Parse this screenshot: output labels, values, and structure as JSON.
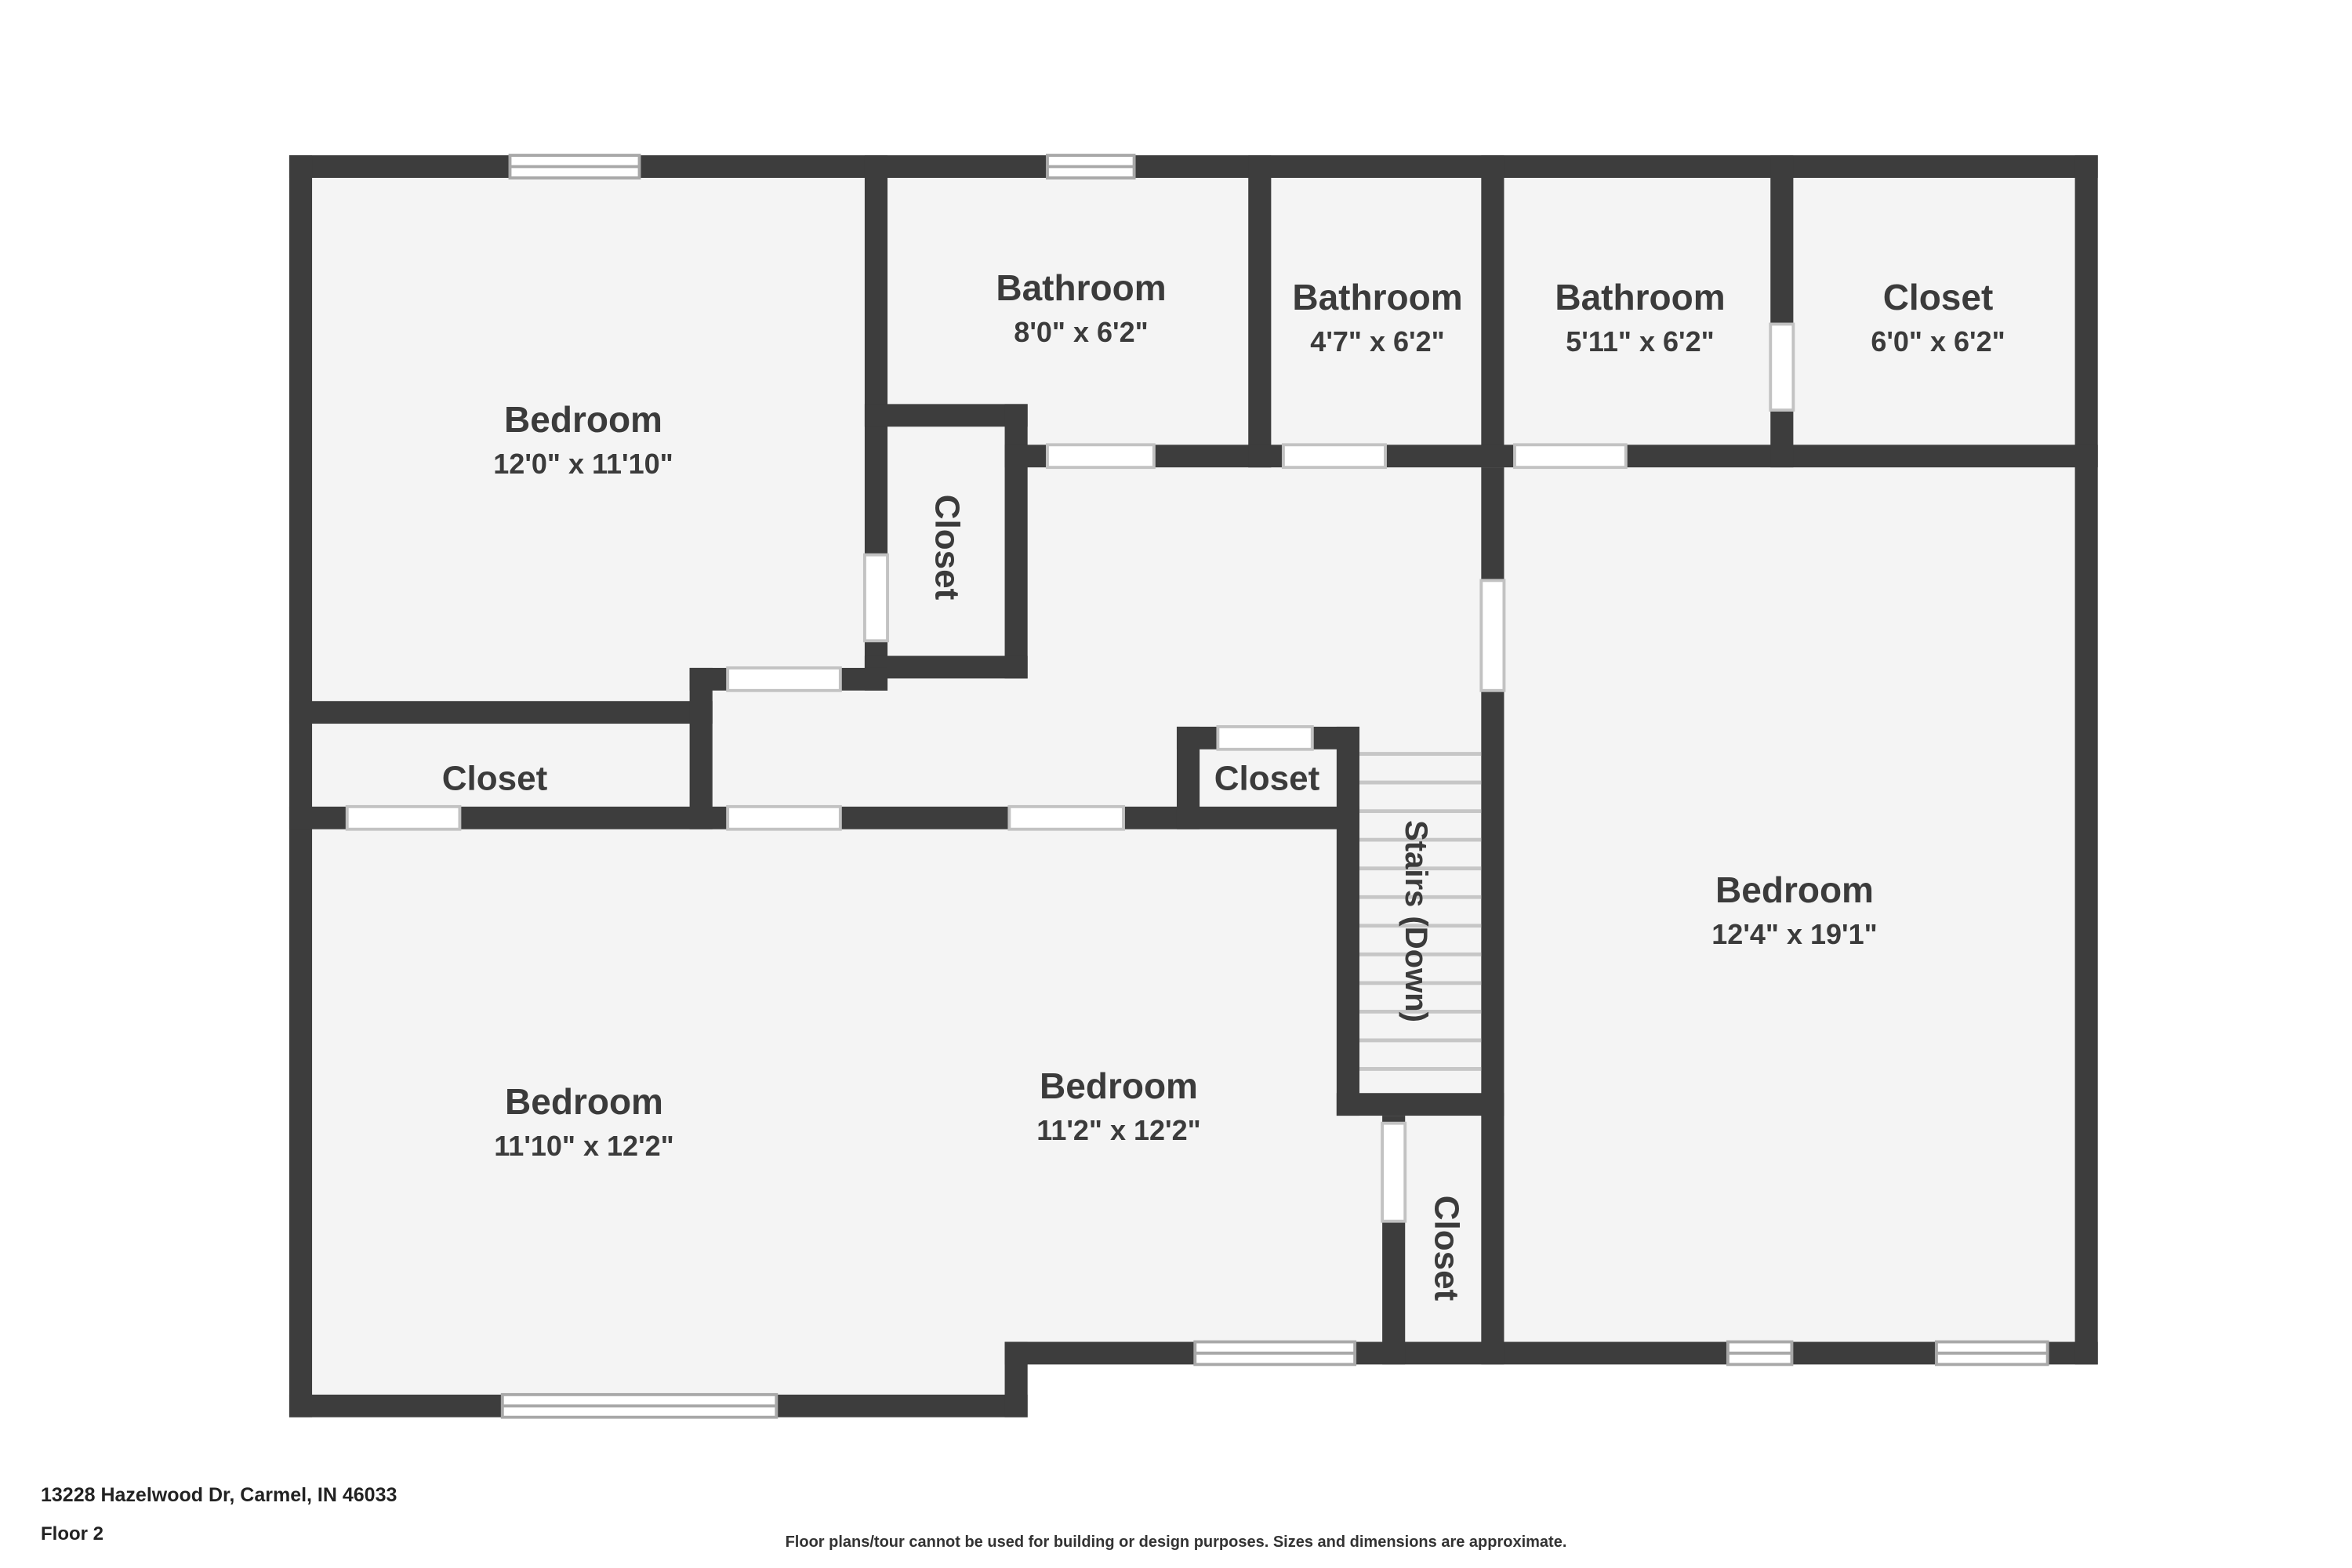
{
  "colors": {
    "wall": "#3d3d3d",
    "room_fill": "#f4f4f4",
    "background": "#ffffff"
  },
  "plan": {
    "rooms": [
      {
        "id": "bedroom-top-left",
        "name": "Bedroom",
        "dims": "12'0\" x 11'10\""
      },
      {
        "id": "bathroom-1",
        "name": "Bathroom",
        "dims": "8'0\" x 6'2\""
      },
      {
        "id": "bathroom-2",
        "name": "Bathroom",
        "dims": "4'7\" x 6'2\""
      },
      {
        "id": "bathroom-3",
        "name": "Bathroom",
        "dims": "5'11\" x 6'2\""
      },
      {
        "id": "closet-top-right",
        "name": "Closet",
        "dims": "6'0\" x 6'2\""
      },
      {
        "id": "closet-hall-top",
        "name": "Closet"
      },
      {
        "id": "closet-left",
        "name": "Closet"
      },
      {
        "id": "closet-hall-mid",
        "name": "Closet"
      },
      {
        "id": "stairs",
        "name": "Stairs (Down)"
      },
      {
        "id": "bedroom-right",
        "name": "Bedroom",
        "dims": "12'4\" x 19'1\""
      },
      {
        "id": "bedroom-bottom-left",
        "name": "Bedroom",
        "dims": "11'10\" x 12'2\""
      },
      {
        "id": "bedroom-bottom-middle",
        "name": "Bedroom",
        "dims": "11'2\" x 12'2\""
      },
      {
        "id": "closet-bottom",
        "name": "Closet"
      }
    ]
  },
  "footer": {
    "address": "13228 Hazelwood Dr, Carmel, IN 46033",
    "floor_label": "Floor 2",
    "disclaimer": "Floor plans/tour cannot be used for building or design purposes. Sizes and dimensions are approximate."
  }
}
